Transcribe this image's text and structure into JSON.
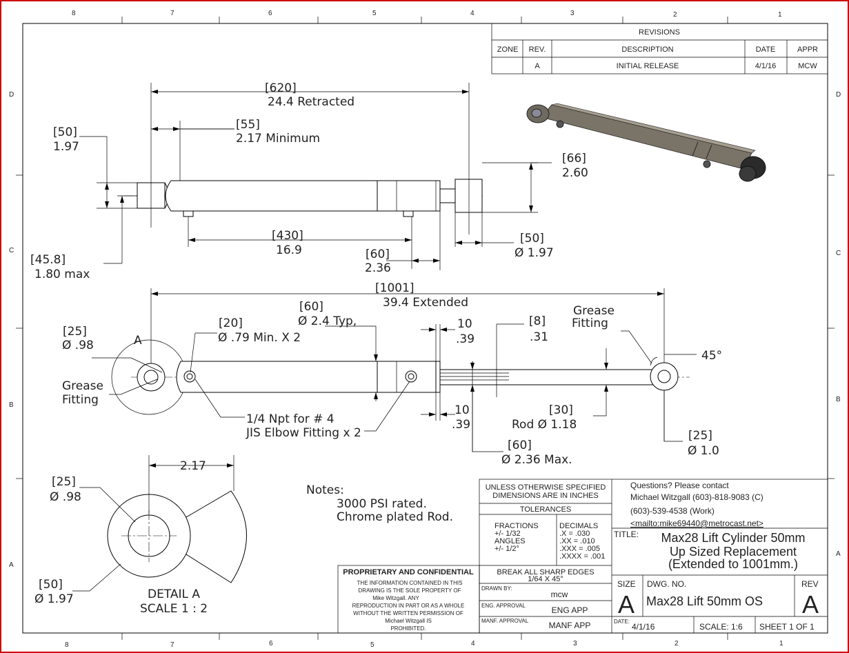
{
  "zones": {
    "columns": [
      "8",
      "7",
      "6",
      "5",
      "4",
      "3",
      "2",
      "1"
    ],
    "rows": [
      "D",
      "C",
      "B",
      "A"
    ]
  },
  "revisions": {
    "title": "REVISIONS",
    "headers": [
      "ZONE",
      "REV.",
      "DESCRIPTION",
      "DATE",
      "APPR"
    ],
    "row": {
      "zone": "",
      "rev": "A",
      "description": "INITIAL RELEASE",
      "date": "4/1/16",
      "appr": "MCW"
    }
  },
  "top_view": {
    "overall_mm": "[620]",
    "overall_in": "24.4  Retracted",
    "end_len_mm": "[55]",
    "end_len_in": "2.17 Minimum",
    "left_end_mm": "[50]",
    "left_end_in": "1.97",
    "height_mm": "[66]",
    "height_in": "2.60",
    "ports_mm": "[430]",
    "ports_in": "16.9",
    "boss_mm": "[60]",
    "boss_in": "2.36",
    "rod_end_mm": "[50]",
    "rod_end_in": "Ø 1.97",
    "offset_mm": "[45.8]",
    "offset_in": "1.80  max"
  },
  "side_view": {
    "extended_mm": "[1001]",
    "extended_in": "39.4  Extended",
    "typ_mm": "[60]",
    "typ_in": "Ø 2.4 Typ,",
    "pin_mm": "[25]",
    "pin_in": "Ø .98",
    "port_mm": "[20]",
    "port_in": "Ø .79 Min. X 2",
    "gland1_mm": "10",
    "gland1_in": ".39",
    "gland2_mm": "10",
    "gland2_in": ".39",
    "gap_mm": "[8]",
    "gap_in": ".31",
    "grease_right_1": "Grease",
    "grease_right_2": "Fitting",
    "angle": "45°",
    "grease_left_1": "Grease",
    "grease_left_2": "Fitting",
    "section_label": "A",
    "npt_1": "1/4 Npt for # 4",
    "npt_2": "JIS Elbow Fitting x 2",
    "rod_mm": "[30]",
    "rod_in": "Rod  Ø 1.18",
    "rod_pin_mm": "[25]",
    "rod_pin_in": "Ø 1.0",
    "max_mm": "[60]",
    "max_in": "Ø 2.36 Max."
  },
  "detail": {
    "width": "2.17",
    "pin_mm": "[25]",
    "pin_in": "Ø .98",
    "od_mm": "[50]",
    "od_in": "Ø 1.97",
    "label": "DETAIL A",
    "scale": "SCALE 1 : 2"
  },
  "notes": {
    "heading": "Notes:",
    "line1": "3000 PSI rated.",
    "line2": "Chrome plated Rod."
  },
  "title_block": {
    "unless_1": "UNLESS OTHERWISE SPECIFIED",
    "unless_2": "DIMENSIONS ARE IN INCHES",
    "tolerances": "TOLERANCES",
    "fractions": "FRACTIONS",
    "frac_val": "+/- 1/32",
    "angles": "ANGLES",
    "ang_val": "+/- 1/2°",
    "decimals": "DECIMALS",
    "dec_1": ".X = .030",
    "dec_2": ".XX = .010",
    "dec_3": ".XXX = .005",
    "dec_4": ".XXXX = .001",
    "break_1": "BREAK ALL SHARP EDGES",
    "break_2": "1/64 X 45°",
    "drawn_by_label": "DRAWN BY:",
    "drawn_by": "mcw",
    "eng_label": "ENG. APPROVAL",
    "eng": "ENG APP",
    "manf_label": "MANF. APPROVAL",
    "manf": "MANF APP",
    "prop_title": "PROPRIETARY AND CONFIDENTIAL",
    "prop_1": "THE INFORMATION CONTAINED IN THIS",
    "prop_2": "DRAWING IS THE SOLE PROPERTY OF",
    "prop_3": "Mike Witzgall.        ANY",
    "prop_4": "REPRODUCTION IN PART OR AS A WHOLE",
    "prop_5": "WITHOUT THE WRITTEN PERMISSION OF",
    "prop_6": "Michael Witzgall IS",
    "prop_7": "PROHIBITED.",
    "contact_1": "Questions?  Please contact",
    "contact_2": "Michael Witzgall (603)-818-9083 (C)",
    "contact_3": "(603)-539-4538 (Work)",
    "contact_4": "<mailto:mike69440@metrocast.net>",
    "title_label": "TITLE:",
    "title_1": "Max28 Lift Cylinder 50mm",
    "title_2": "Up Sized Replacement",
    "title_3": "(Extended to 1001mm.)",
    "size_label": "SIZE",
    "size": "A",
    "dwg_label": "DWG.  NO.",
    "dwg": "Max28 Lift 50mm OS",
    "rev_label": "REV",
    "rev": "A",
    "date_label": "DATE:",
    "date": "4/1/16",
    "scale": "SCALE: 1:6",
    "sheet": "SHEET 1 OF 1"
  },
  "colors": {
    "frame": "#cc0000",
    "iso_body": "#7a7468",
    "iso_dark": "#2b2b2b"
  }
}
